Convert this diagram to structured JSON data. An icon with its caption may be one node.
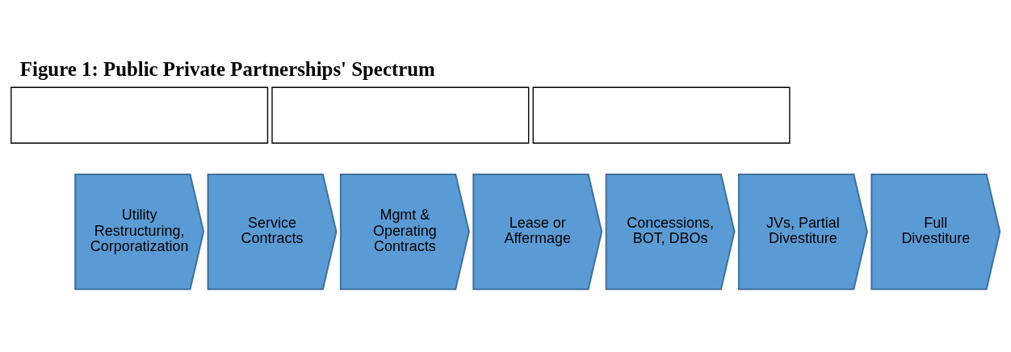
{
  "diagram": {
    "title": "Figure 1: Public Private Partnerships' Spectrum",
    "nodes": [
      {
        "text": [],
        "shape": "box"
      },
      {
        "text": [],
        "shape": "box"
      },
      {
        "text": [],
        "shape": "box"
      },
      {
        "text": [
          "Utility Restructuring, Corporatization"
        ]
      },
      {
        "text": [
          "Service Contracts"
        ]
      },
      {
        "text": [
          "Mgmt & Operating Contracts"
        ]
      },
      {
        "text": [
          "Lease or Affermage"
        ]
      },
      {
        "text": [
          "Concessions, BOT, DBOs"
        ]
      },
      {
        "text": [
          "JVs, Partial Divestiture"
        ]
      },
      {
        "text": [
          "Full Divestiture"
        ]
      }
    ],
    "edges": []
  }
}
